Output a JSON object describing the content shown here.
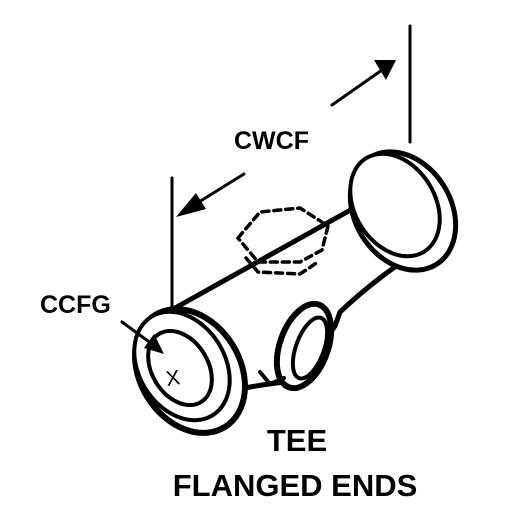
{
  "labels": {
    "cwcf": "CWCF",
    "ccfg": "CCFG",
    "center_mark": "X"
  },
  "caption": {
    "line1": "TEE",
    "line2": "FLANGED ENDS"
  },
  "colors": {
    "ink": "#000000",
    "paper": "#ffffff"
  }
}
